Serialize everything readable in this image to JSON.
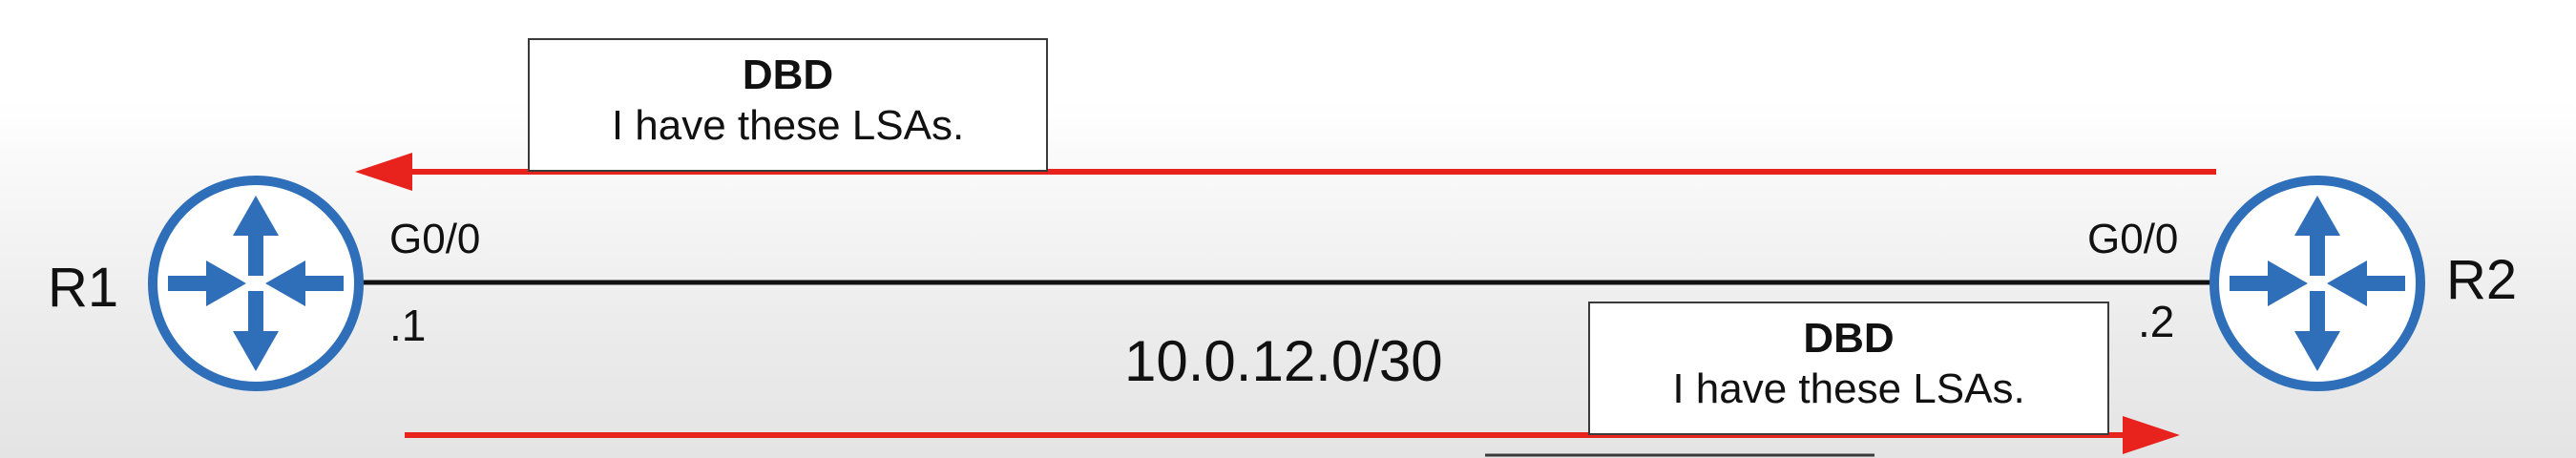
{
  "colors": {
    "router": "#2f6fba",
    "arrow": "#e8231d",
    "link": "#111111",
    "box_border": "#3a3a3a"
  },
  "routers": [
    {
      "name": "R1",
      "icon": "router-icon",
      "interface": "G0/0",
      "address": ".1"
    },
    {
      "name": "R2",
      "icon": "router-icon",
      "interface": "G0/0",
      "address": ".2"
    }
  ],
  "link": {
    "subnet": "10.0.12.0/30"
  },
  "messages": [
    {
      "title": "DBD",
      "text": "I have these LSAs.",
      "direction": "R2 to R1"
    },
    {
      "title": "DBD",
      "text": "I have these LSAs.",
      "direction": "R1 to R2"
    }
  ]
}
